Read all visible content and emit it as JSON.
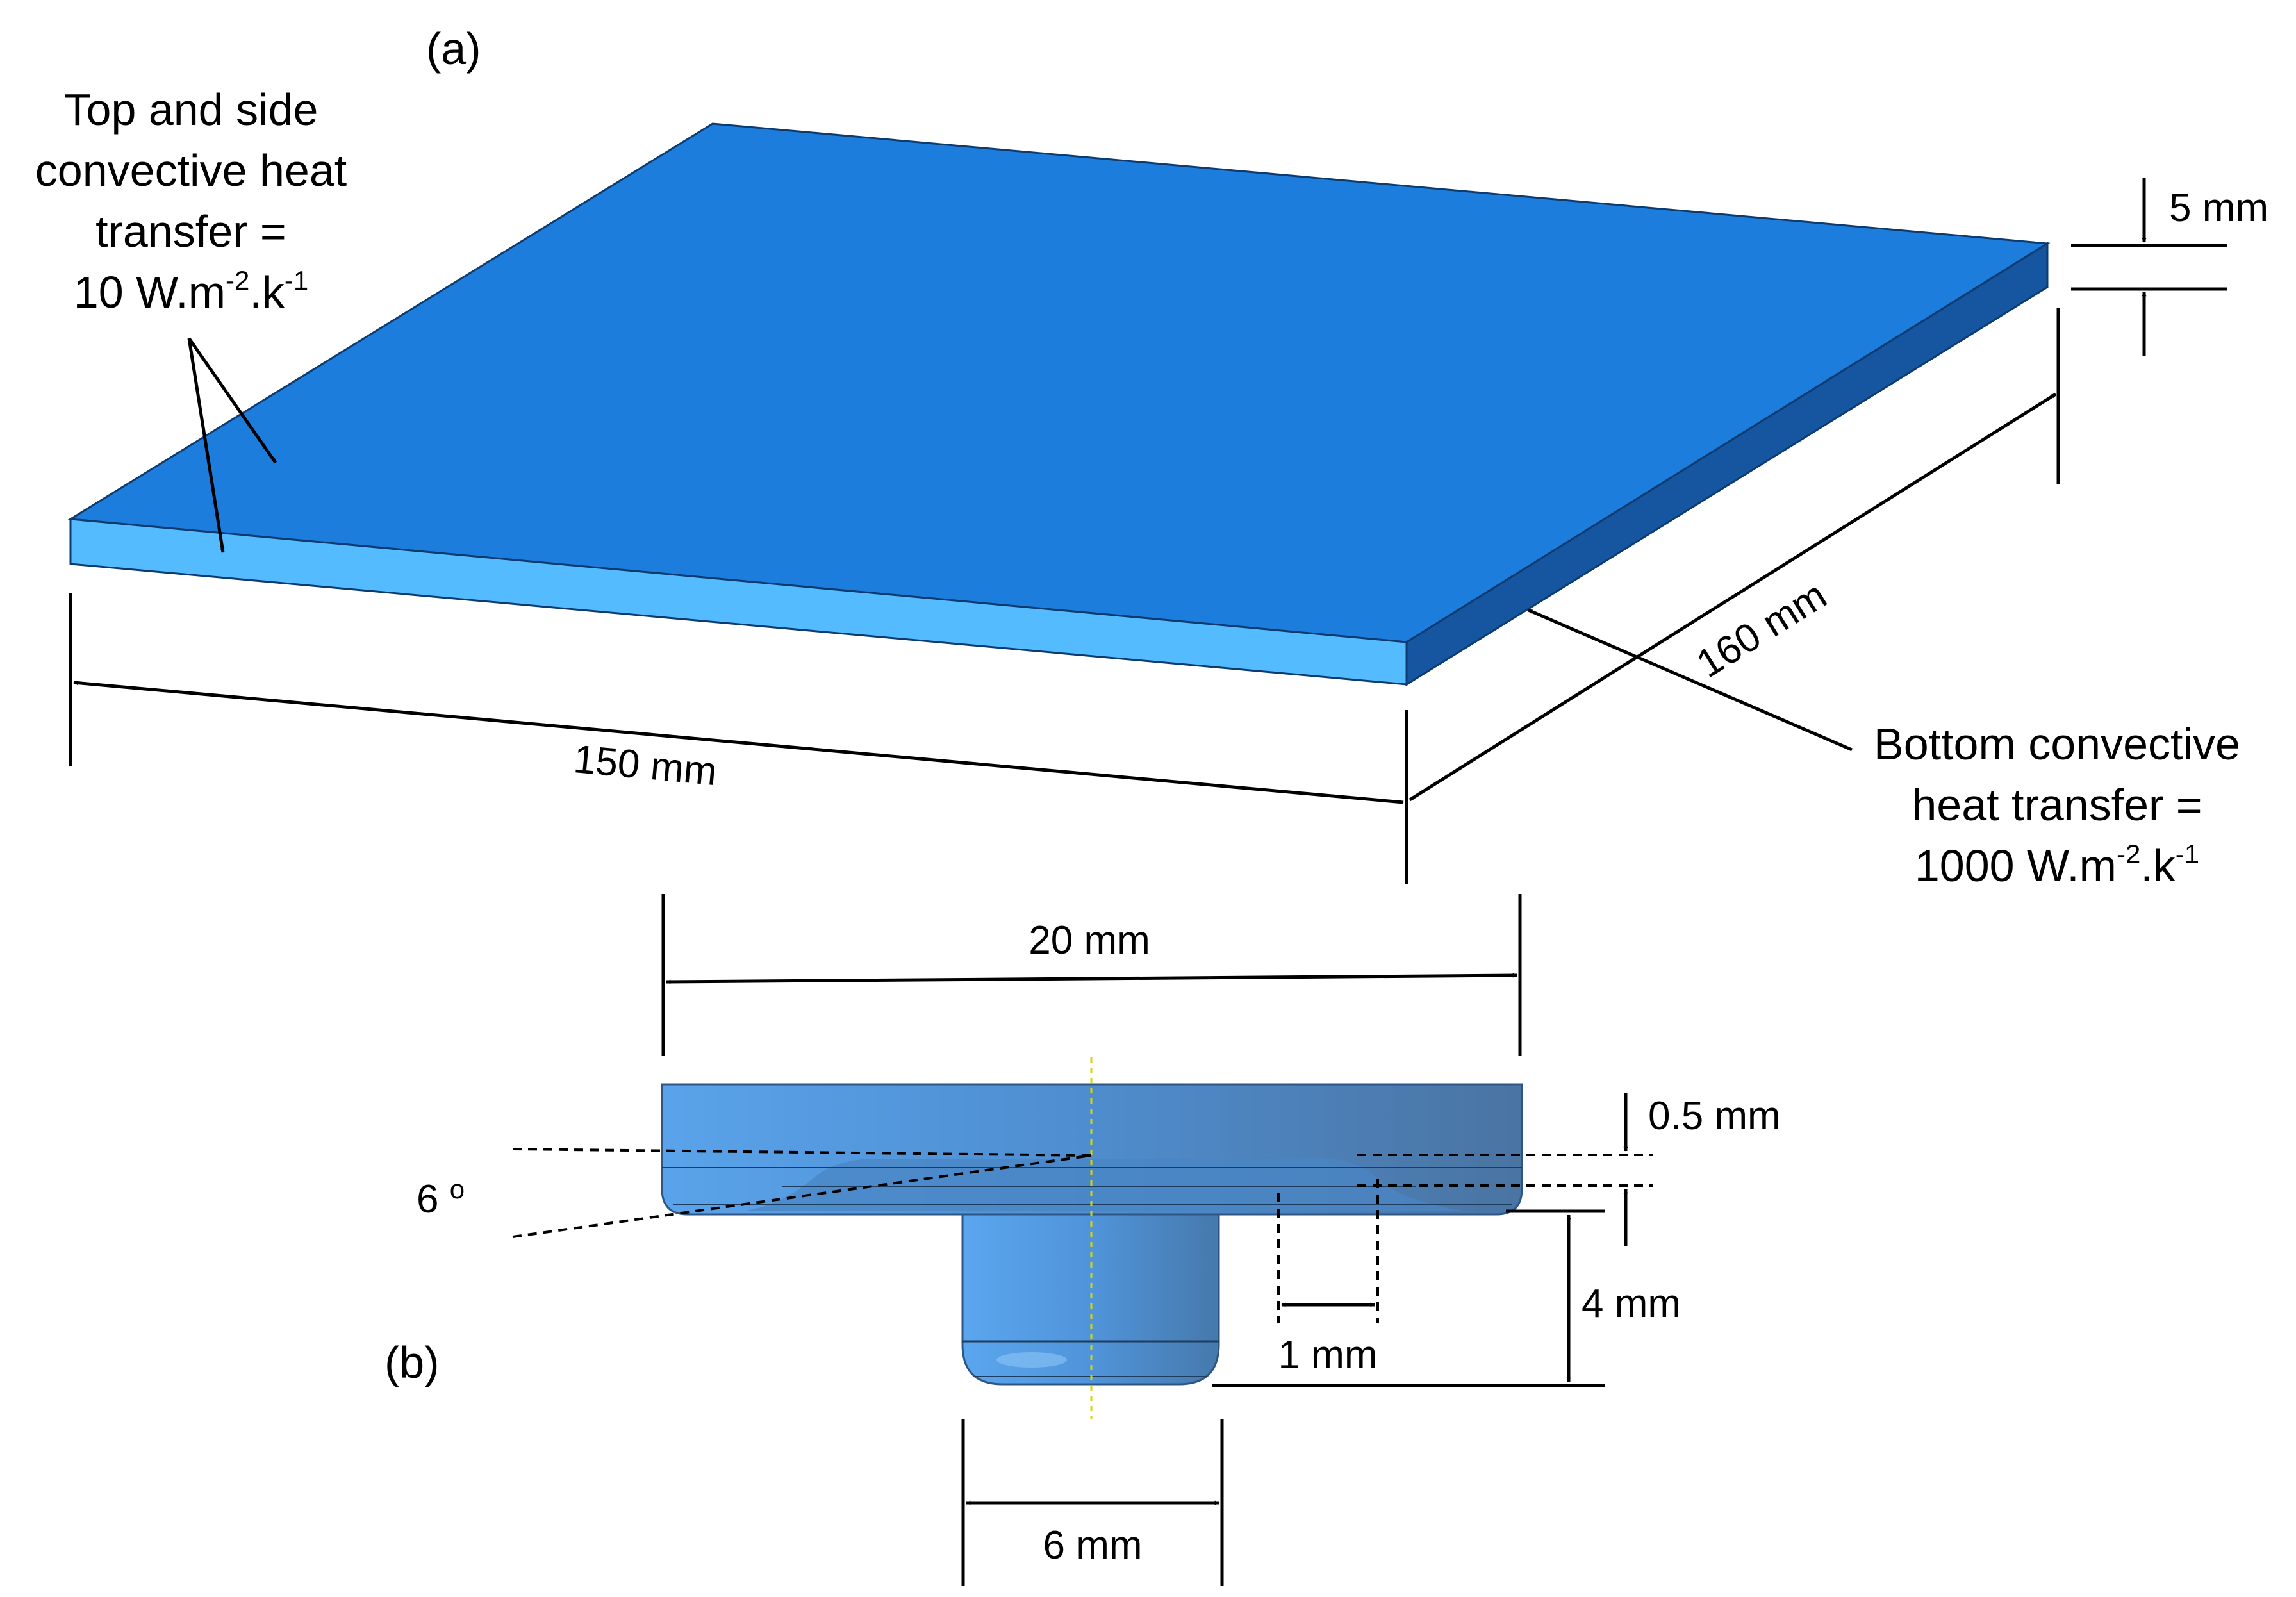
{
  "panel_labels": {
    "a": "(a)",
    "b": "(b)"
  },
  "annotations": {
    "top_side": {
      "line1": "Top and side",
      "line2": "convective heat",
      "line3": "transfer =",
      "value": "10 W.m",
      "exp1": "-2",
      "mid": ".k",
      "exp2": "-1"
    },
    "bottom": {
      "line1": "Bottom convective",
      "line2": "heat transfer =",
      "value": "1000 W.m",
      "exp1": "-2",
      "mid": ".k",
      "exp2": "-1"
    }
  },
  "dimensions": {
    "plate_length": "150 mm",
    "plate_width": "160 mm",
    "plate_thickness": "5 mm",
    "shoulder_diameter": "20 mm",
    "shoulder_depth": "0.5 mm",
    "cone_angle": "6 ",
    "cone_angle_unit": "o",
    "pin_length": "4 mm",
    "feature_width": "1 mm",
    "pin_diameter": "6 mm"
  },
  "colors": {
    "plate_top": "#1c7ddc",
    "plate_front": "#55bbff",
    "plate_side": "#1656a0",
    "tool_light": "#5aa3ea",
    "tool_dark": "#4a78a8",
    "lines": "#000000"
  }
}
